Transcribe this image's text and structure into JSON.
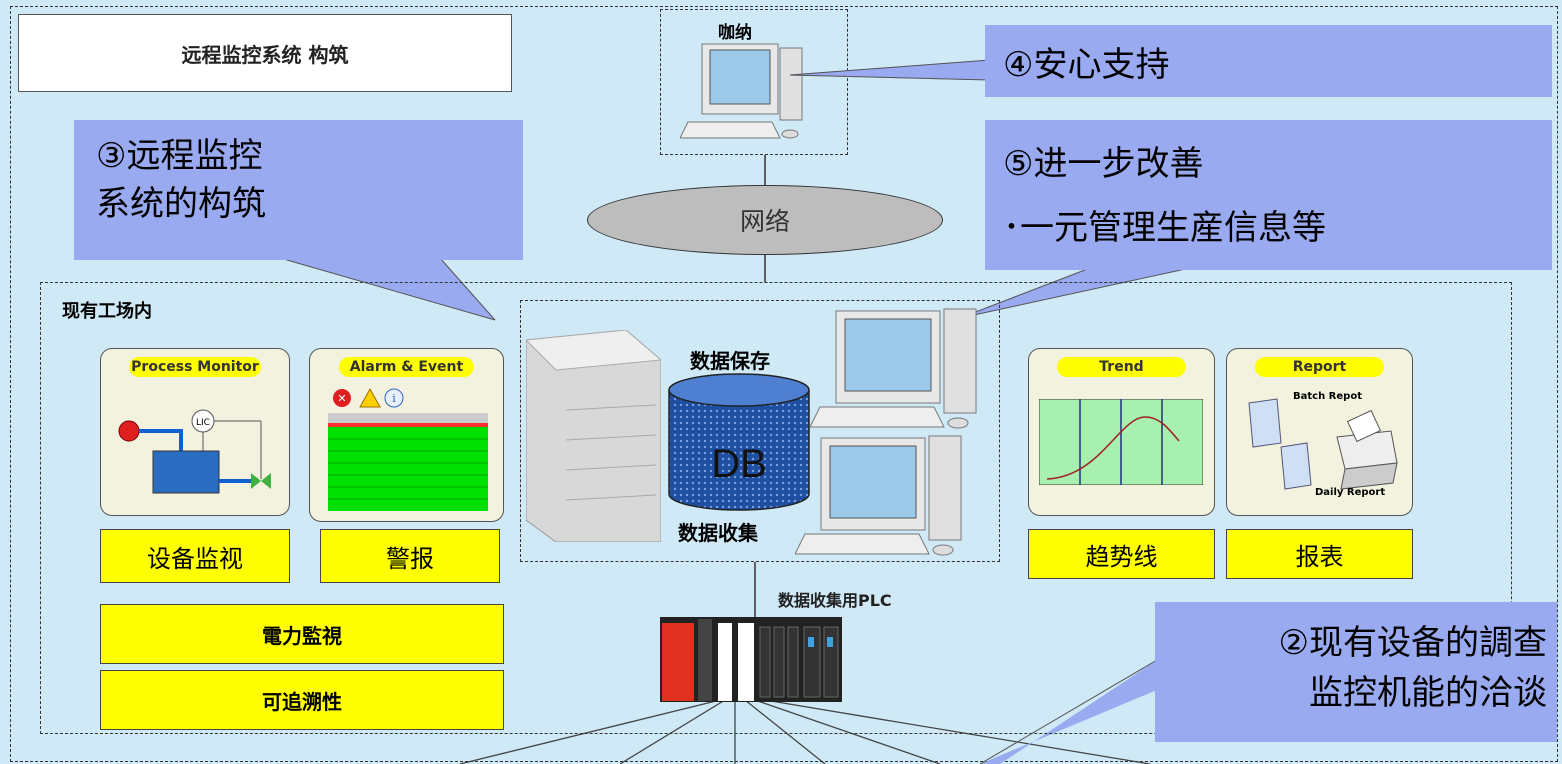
{
  "title": "远程监控系统 构筑",
  "customer": {
    "label": "咖纳"
  },
  "network": {
    "label": "网络"
  },
  "callouts": {
    "c4": {
      "text": "④安心支持"
    },
    "c3": {
      "line1": "③远程监控",
      "line2": "系统的构筑"
    },
    "c5": {
      "line1": "⑤进一步改善",
      "line2": "･一元管理生産信息等"
    },
    "c2": {
      "line1": "②现有设备的調查",
      "line2": "监控机能的洽谈"
    }
  },
  "factory": {
    "label": "现有工场内"
  },
  "panels": {
    "process": {
      "title": "Process Monitor",
      "lic": "LIC"
    },
    "alarm": {
      "title": "Alarm & Event"
    },
    "trend": {
      "title": "Trend"
    },
    "report": {
      "title": "Report",
      "batch": "Batch Repot",
      "daily": "Daily Report"
    }
  },
  "labels": {
    "equipment": "设备监视",
    "alarm": "警报",
    "power": "電力監視",
    "trace": "可追溯性",
    "trend": "趋势线",
    "report": "报表"
  },
  "db": {
    "save": "数据保存",
    "collect": "数据收集",
    "text": "DB"
  },
  "plc": {
    "label": "数据收集用PLC"
  },
  "colors": {
    "background": "#cfe9f7",
    "callout": "#99aaf0",
    "label": "#ffff00",
    "alarm_green": "#00e000"
  }
}
